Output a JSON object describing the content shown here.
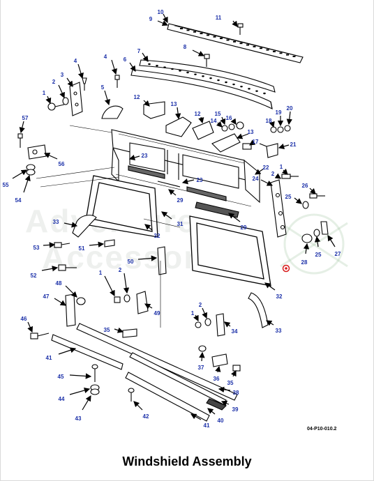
{
  "title": "Windshield Assembly",
  "drawing_code": "04-P10-010.2",
  "watermark": {
    "line1": "Adventure",
    "line2": "Accessories",
    "kind": "logo"
  },
  "callout_color": "#1a2fa8",
  "highlight_color": "#d81b1b",
  "callouts": [
    {
      "id": "c10",
      "label": "10"
    },
    {
      "id": "c11",
      "label": "11"
    },
    {
      "id": "c9",
      "label": "9"
    },
    {
      "id": "c8",
      "label": "8"
    },
    {
      "id": "c7",
      "label": "7"
    },
    {
      "id": "c6",
      "label": "6"
    },
    {
      "id": "c4a",
      "label": "4"
    },
    {
      "id": "c4b",
      "label": "4"
    },
    {
      "id": "c3",
      "label": "3"
    },
    {
      "id": "c2a",
      "label": "2"
    },
    {
      "id": "c1a",
      "label": "1"
    },
    {
      "id": "c5",
      "label": "5"
    },
    {
      "id": "c12a",
      "label": "12"
    },
    {
      "id": "c13a",
      "label": "13"
    },
    {
      "id": "c12b",
      "label": "12"
    },
    {
      "id": "c15",
      "label": "15"
    },
    {
      "id": "c16",
      "label": "16"
    },
    {
      "id": "c14",
      "label": "14"
    },
    {
      "id": "c13b",
      "label": "13"
    },
    {
      "id": "c18",
      "label": "18"
    },
    {
      "id": "c19",
      "label": "19"
    },
    {
      "id": "c20",
      "label": "20"
    },
    {
      "id": "c17",
      "label": "17"
    },
    {
      "id": "c21",
      "label": "21"
    },
    {
      "id": "c57",
      "label": "57"
    },
    {
      "id": "c56",
      "label": "56"
    },
    {
      "id": "c23a",
      "label": "23"
    },
    {
      "id": "c23b",
      "label": "23"
    },
    {
      "id": "c22",
      "label": "22"
    },
    {
      "id": "c2b",
      "label": "2"
    },
    {
      "id": "c1b",
      "label": "1"
    },
    {
      "id": "c55",
      "label": "55"
    },
    {
      "id": "c54",
      "label": "54"
    },
    {
      "id": "c24",
      "label": "24"
    },
    {
      "id": "c26",
      "label": "26"
    },
    {
      "id": "c29a",
      "label": "29"
    },
    {
      "id": "c25a",
      "label": "25"
    },
    {
      "id": "c33a",
      "label": "33"
    },
    {
      "id": "c31",
      "label": "31"
    },
    {
      "id": "c29b",
      "label": "29"
    },
    {
      "id": "c53",
      "label": "53"
    },
    {
      "id": "c51",
      "label": "51"
    },
    {
      "id": "c32a",
      "label": "32"
    },
    {
      "id": "c27",
      "label": "27"
    },
    {
      "id": "c25b",
      "label": "25"
    },
    {
      "id": "c28",
      "label": "28"
    },
    {
      "id": "c50",
      "label": "50"
    },
    {
      "id": "c52",
      "label": "52"
    },
    {
      "id": "c1c",
      "label": "1"
    },
    {
      "id": "c2c",
      "label": "2"
    },
    {
      "id": "c48",
      "label": "48"
    },
    {
      "id": "c47",
      "label": "47"
    },
    {
      "id": "c32b",
      "label": "32"
    },
    {
      "id": "c49",
      "label": "49"
    },
    {
      "id": "c2d",
      "label": "2"
    },
    {
      "id": "c1d",
      "label": "1"
    },
    {
      "id": "c46",
      "label": "46"
    },
    {
      "id": "c34",
      "label": "34"
    },
    {
      "id": "c33b",
      "label": "33"
    },
    {
      "id": "c35a",
      "label": "35"
    },
    {
      "id": "c41a",
      "label": "41"
    },
    {
      "id": "c37",
      "label": "37"
    },
    {
      "id": "c45",
      "label": "45"
    },
    {
      "id": "c36",
      "label": "36"
    },
    {
      "id": "c35b",
      "label": "35"
    },
    {
      "id": "c44",
      "label": "44"
    },
    {
      "id": "c38",
      "label": "38"
    },
    {
      "id": "c43",
      "label": "43"
    },
    {
      "id": "c42",
      "label": "42"
    },
    {
      "id": "c39",
      "label": "39"
    },
    {
      "id": "c40",
      "label": "40"
    },
    {
      "id": "c41b",
      "label": "41"
    }
  ]
}
